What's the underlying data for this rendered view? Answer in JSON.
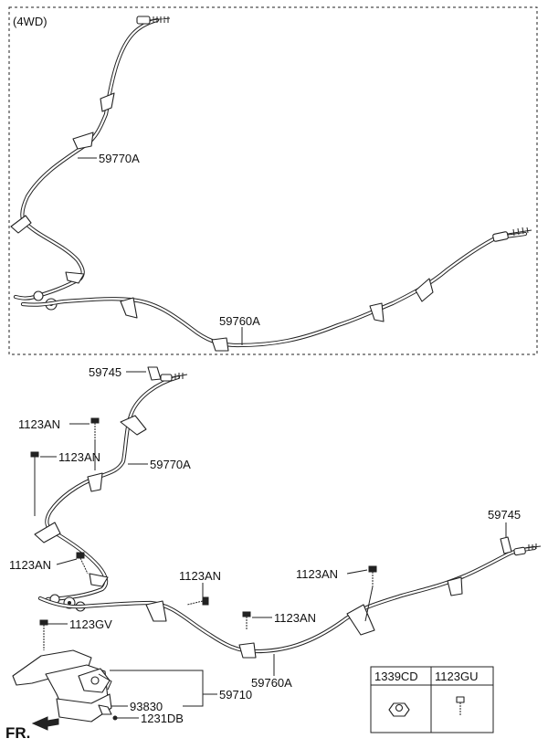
{
  "variant_label": "(4WD)",
  "direction_label": "FR.",
  "callouts": {
    "cable_upper_4wd": "59770A",
    "cable_lower_4wd": "59760A",
    "clip_upper": "59745",
    "bolt_1": "1123AN",
    "bolt_2": "1123AN",
    "cable_upper": "59770A",
    "bolt_3": "1123AN",
    "bolt_4": "1123AN",
    "bolt_5": "1123AN",
    "clip_right": "59745",
    "bolt_6": "1123AN",
    "bolt_gv": "1123GV",
    "cable_lower": "59760A",
    "lever_assembly": "59710",
    "part_93830": "93830",
    "part_1231db": "1231DB"
  },
  "legend_table": {
    "headers": [
      "1339CD",
      "1123GU"
    ],
    "icons": [
      "hex-nut-icon",
      "bolt-icon"
    ]
  }
}
